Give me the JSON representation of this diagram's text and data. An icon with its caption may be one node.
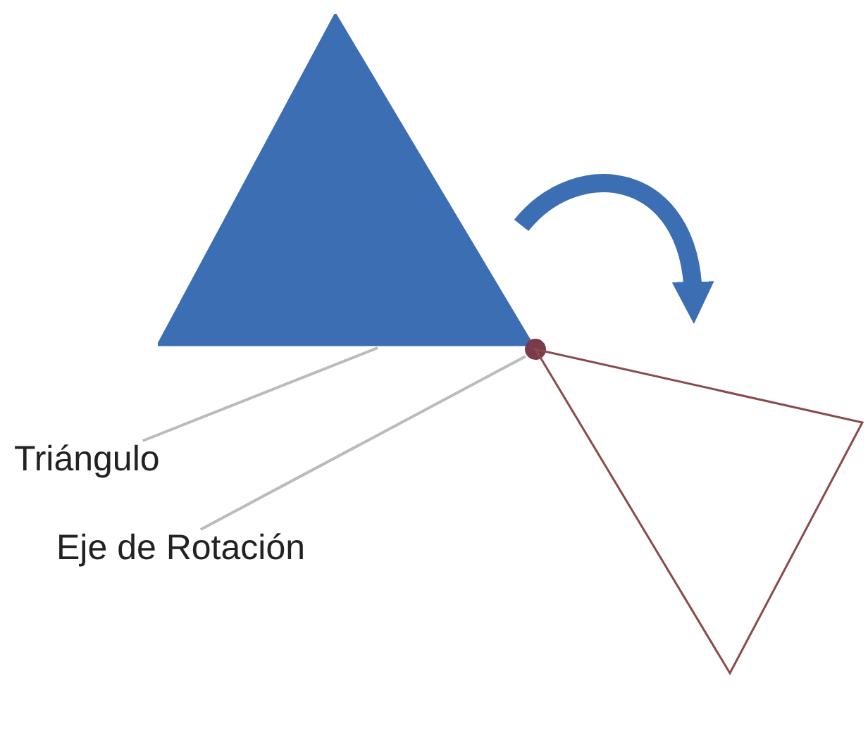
{
  "diagram": {
    "nodes": [
      {
        "text": [],
        "shape": "triangle"
      },
      {
        "text": [],
        "shape": "circle"
      },
      {
        "text": [],
        "shape": "triangle"
      },
      {
        "text": [
          "Triángulo"
        ]
      },
      {
        "text": [
          "Eje de Rotación"
        ]
      }
    ],
    "edges": [
      {
        "from": 3,
        "to": 0,
        "arrow": "none"
      },
      {
        "from": 4,
        "to": 1,
        "arrow": "none"
      }
    ]
  }
}
